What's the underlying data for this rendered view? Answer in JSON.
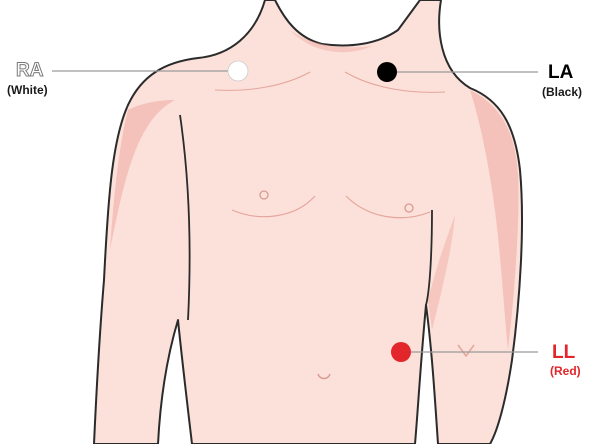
{
  "colors": {
    "skin": "#fbe1da",
    "skin_shadow": "#f2b5ae",
    "outline": "#2b2b2b",
    "leader_line": "#9a9a9a",
    "white_electrode": "#ffffff",
    "black_electrode": "#000000",
    "red_electrode": "#e3262b"
  },
  "electrodes": [
    {
      "id": "ra",
      "code": "RA",
      "color_name": "(White)",
      "fill": "#ffffff",
      "label_color": "#ffffff",
      "label_stroke": "#7a7a7a",
      "sub_color": "#1a1a1a"
    },
    {
      "id": "la",
      "code": "LA",
      "color_name": "(Black)",
      "fill": "#000000",
      "label_color": "#000000",
      "label_stroke": "none",
      "sub_color": "#1a1a1a"
    },
    {
      "id": "ll",
      "code": "LL",
      "color_name": "(Red)",
      "fill": "#e3262b",
      "label_color": "#e3262b",
      "label_stroke": "none",
      "sub_color": "#e3262b"
    }
  ]
}
